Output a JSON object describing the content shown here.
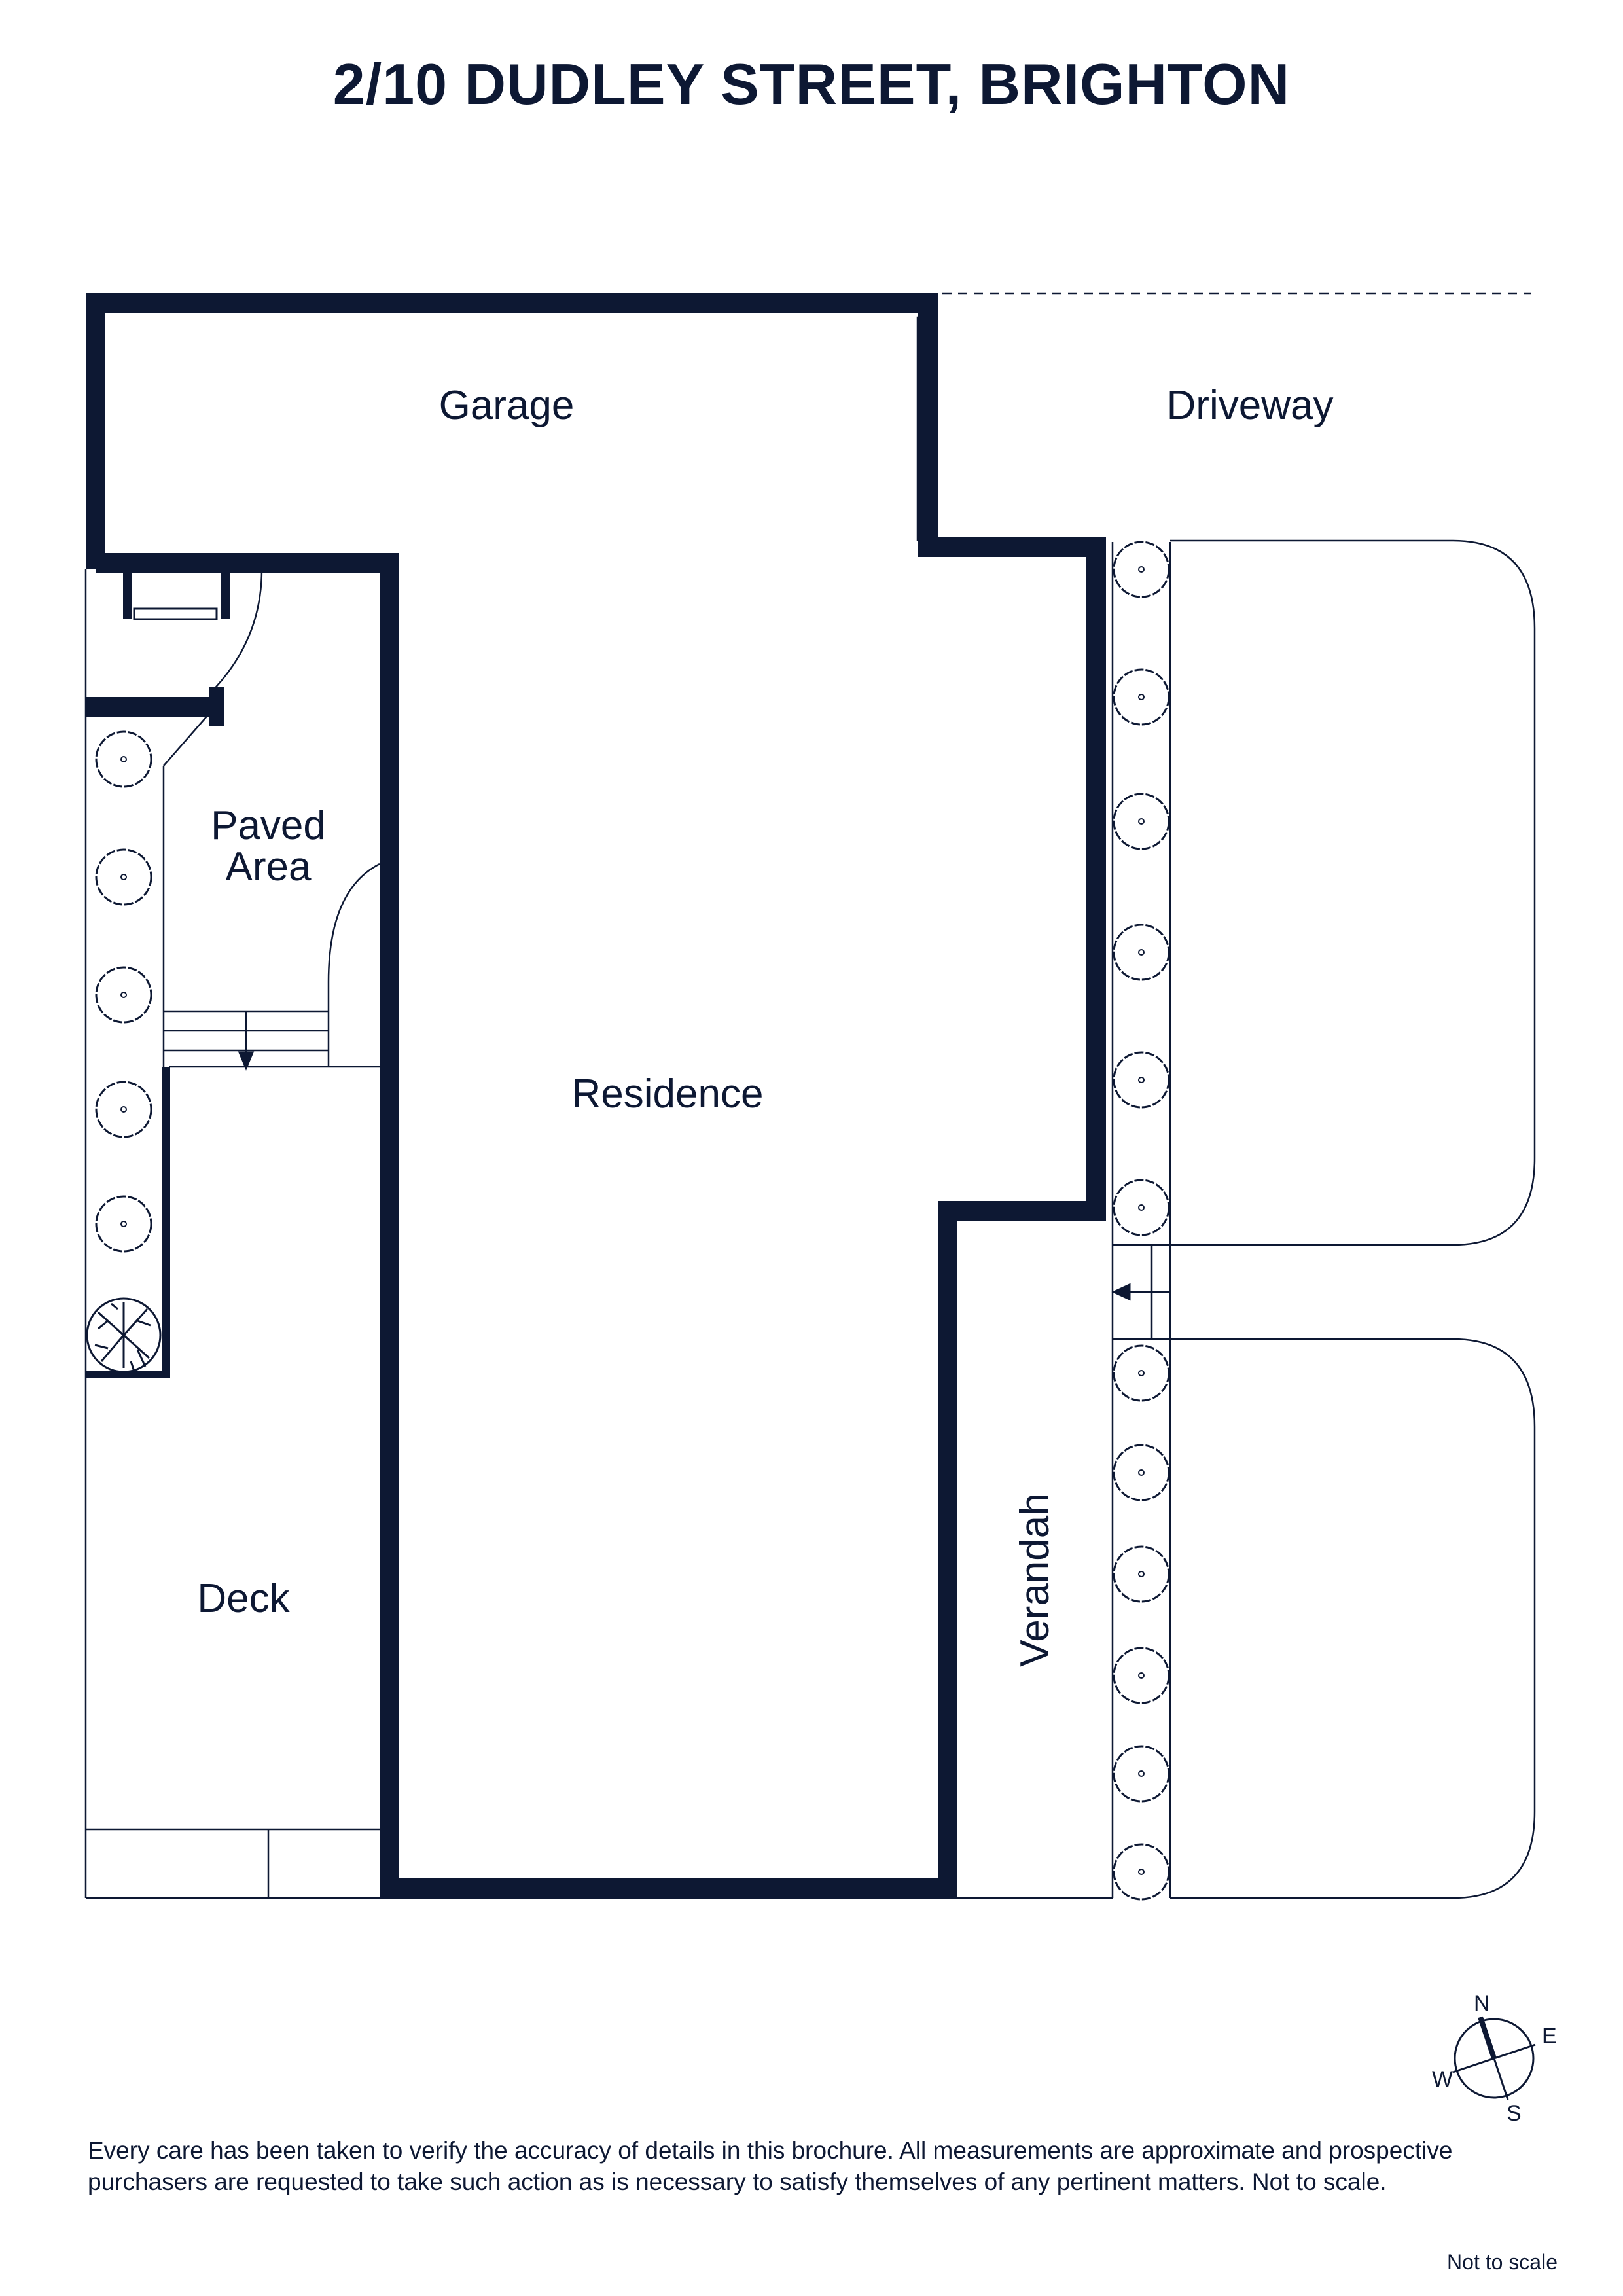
{
  "title": "2/10 DUDLEY STREET, BRIGHTON",
  "rooms": {
    "garage": "Garage",
    "driveway": "Driveway",
    "paved_area_line1": "Paved",
    "paved_area_line2": "Area",
    "residence": "Residence",
    "deck": "Deck",
    "verandah": "Verandah"
  },
  "compass": {
    "n": "N",
    "e": "E",
    "s": "S",
    "w": "W"
  },
  "disclaimer": "Every care has been taken to verify the accuracy of details in this brochure. All measurements are approximate and prospective purchasers are requested to take such action as is necessary to satisfy themselves of any pertinent matters. Not to scale.",
  "scale_note": "Not to scale",
  "colors": {
    "wall": "#0d1833",
    "line": "#0d1833",
    "background": "#ffffff"
  }
}
